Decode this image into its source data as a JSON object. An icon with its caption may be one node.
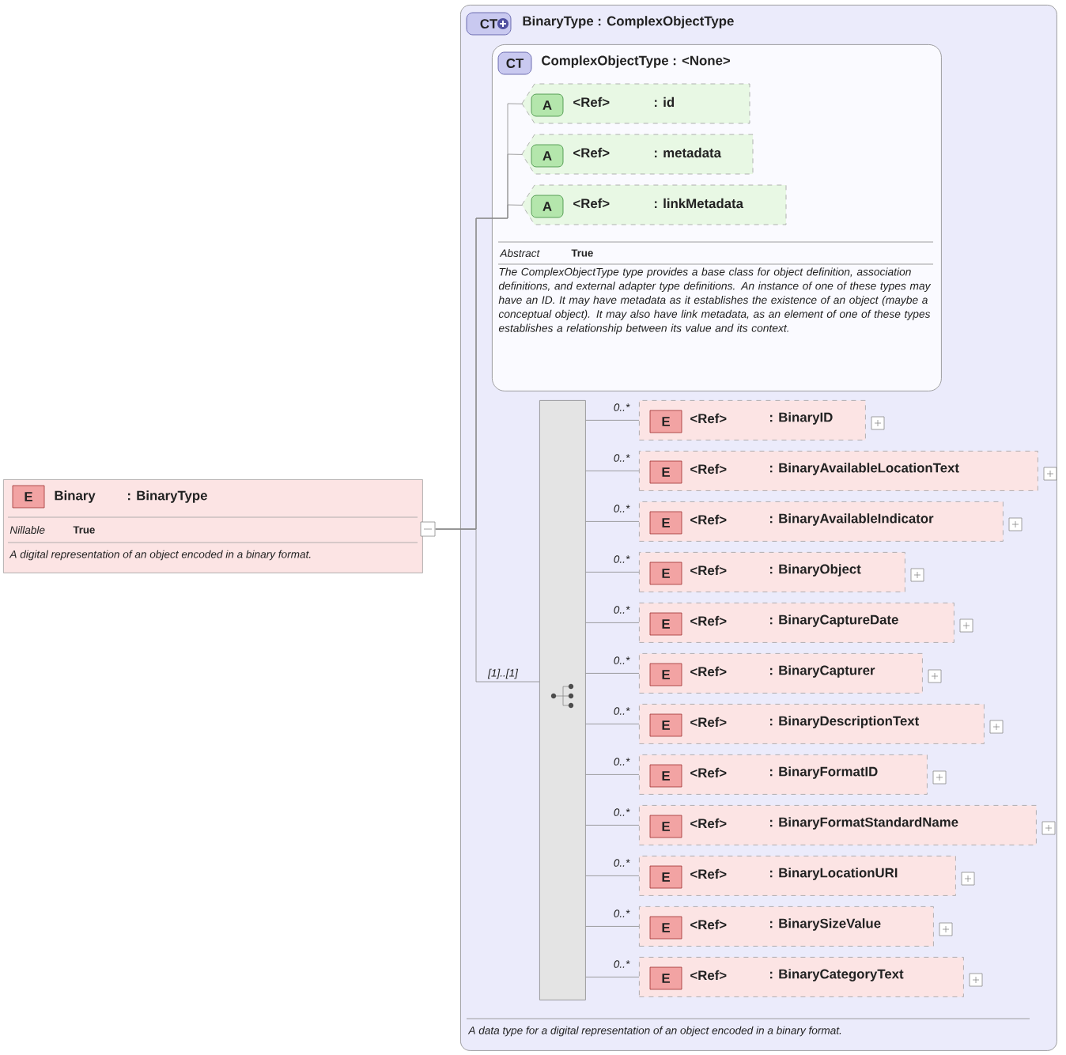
{
  "diagram": {
    "nodes": [
      {
        "text": [
          "E",
          "Binary",
          ": BinaryType",
          "Nillable",
          "True",
          "A digital representation of an object encoded in a binary format."
        ]
      },
      {
        "text": [
          "CT",
          "BinaryType : ComplexObjectType",
          "A data type for a digital representation of an object encoded in a binary format."
        ]
      },
      {
        "text": [
          "CT",
          "ComplexObjectType : <None>",
          "Abstract",
          "True",
          "The ComplexObjectType type provides a base class for object definition, association definitions, and external adapter type definitions. An instance of one of these types may have an ID. It may have metadata as it establishes the existence of an object (maybe a conceptual object). It may also have link metadata, as an element of one of these types establishes a relationship between its value and its context."
        ],
        "in": 1
      },
      {
        "text": [
          "A",
          "<Ref>",
          ": id"
        ],
        "in": 2
      },
      {
        "text": [
          "A",
          "<Ref>",
          ": metadata"
        ],
        "in": 2
      },
      {
        "text": [
          "A",
          "<Ref>",
          ": linkMetadata"
        ],
        "in": 2
      },
      {
        "text": [],
        "shape": "bar",
        "in": 1
      },
      {
        "text": [
          "E",
          "<Ref>",
          ": BinaryID"
        ],
        "in": 1
      },
      {
        "text": [
          "E",
          "<Ref>",
          ": BinaryAvailableLocationText"
        ],
        "in": 1
      },
      {
        "text": [
          "E",
          "<Ref>",
          ": BinaryAvailableIndicator"
        ],
        "in": 1
      },
      {
        "text": [
          "E",
          "<Ref>",
          ": BinaryObject"
        ],
        "in": 1
      },
      {
        "text": [
          "E",
          "<Ref>",
          ": BinaryCaptureDate"
        ],
        "in": 1
      },
      {
        "text": [
          "E",
          "<Ref>",
          ": BinaryCapturer"
        ],
        "in": 1
      },
      {
        "text": [
          "E",
          "<Ref>",
          ": BinaryDescriptionText"
        ],
        "in": 1
      },
      {
        "text": [
          "E",
          "<Ref>",
          ": BinaryFormatID"
        ],
        "in": 1
      },
      {
        "text": [
          "E",
          "<Ref>",
          ": BinaryFormatStandardName"
        ],
        "in": 1
      },
      {
        "text": [
          "E",
          "<Ref>",
          ": BinaryLocationURI"
        ],
        "in": 1
      },
      {
        "text": [
          "E",
          "<Ref>",
          ": BinarySizeValue"
        ],
        "in": 1
      },
      {
        "text": [
          "E",
          "<Ref>",
          ": BinaryCategoryText"
        ],
        "in": 1
      }
    ],
    "edges": [
      {
        "from": 0,
        "to": 3,
        "arrow": "none"
      },
      {
        "from": 0,
        "to": 4,
        "arrow": "none"
      },
      {
        "from": 0,
        "to": 5,
        "arrow": "none"
      },
      {
        "from": 0,
        "to": 6,
        "arrow": "none",
        "label": "[1]..[1]"
      },
      {
        "from": 6,
        "to": 7,
        "arrow": "none",
        "label": "0..*"
      },
      {
        "from": 6,
        "to": 8,
        "arrow": "none",
        "label": "0..*"
      },
      {
        "from": 6,
        "to": 9,
        "arrow": "none",
        "label": "0..*"
      },
      {
        "from": 6,
        "to": 10,
        "arrow": "none",
        "label": "0..*"
      },
      {
        "from": 6,
        "to": 11,
        "arrow": "none",
        "label": "0..*"
      },
      {
        "from": 6,
        "to": 12,
        "arrow": "none",
        "label": "0..*"
      },
      {
        "from": 6,
        "to": 13,
        "arrow": "none",
        "label": "0..*"
      },
      {
        "from": 6,
        "to": 14,
        "arrow": "none",
        "label": "0..*"
      },
      {
        "from": 6,
        "to": 15,
        "arrow": "none",
        "label": "0..*"
      },
      {
        "from": 6,
        "to": 16,
        "arrow": "none",
        "label": "0..*"
      },
      {
        "from": 6,
        "to": 17,
        "arrow": "none",
        "label": "0..*"
      },
      {
        "from": 6,
        "to": 18,
        "arrow": "none",
        "label": "0..*"
      }
    ]
  }
}
